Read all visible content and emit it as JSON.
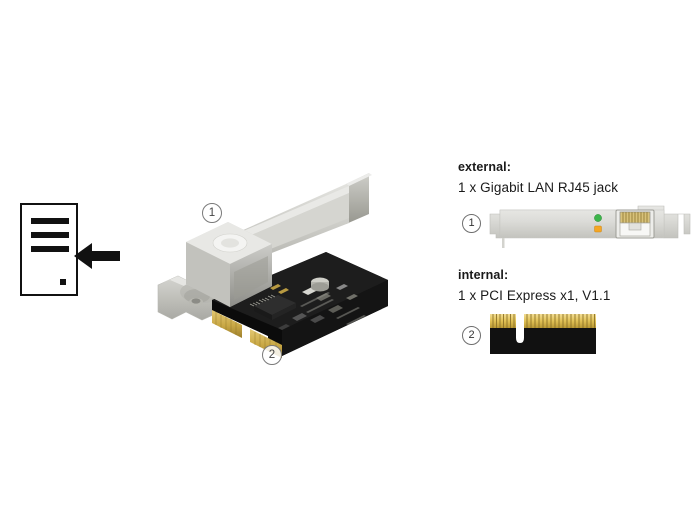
{
  "product": {
    "name": "Gigabit LAN PCI Express card",
    "photo_alt": "PCI Express x1 Gigabit LAN network card with low profile and standard brackets",
    "pcb_color": "#171717",
    "bracket_color": "#c9c9c4",
    "gold_color": "#c9a83c"
  },
  "install_icon": {
    "name": "pc-tower-install-icon",
    "description": "Computer tower with arrow indicating card installation"
  },
  "callouts": {
    "one": "1",
    "two": "2"
  },
  "specs": {
    "external": {
      "heading": "external:",
      "text": "1 x Gigabit LAN RJ45 jack",
      "diagram": {
        "name": "bracket-rj45-diagram",
        "led_green": "#3cb54a",
        "led_orange": "#f5a623",
        "bracket_fill": "#d6d6d2"
      }
    },
    "internal": {
      "heading": "internal:",
      "text": "1 x PCI Express x1, V1.1",
      "diagram": {
        "name": "pcie-x1-edge-connector-diagram",
        "short_contacts": 7,
        "long_contacts": 18,
        "pcb_fill": "#111111",
        "contact_fill": "#e8c34a"
      }
    }
  }
}
